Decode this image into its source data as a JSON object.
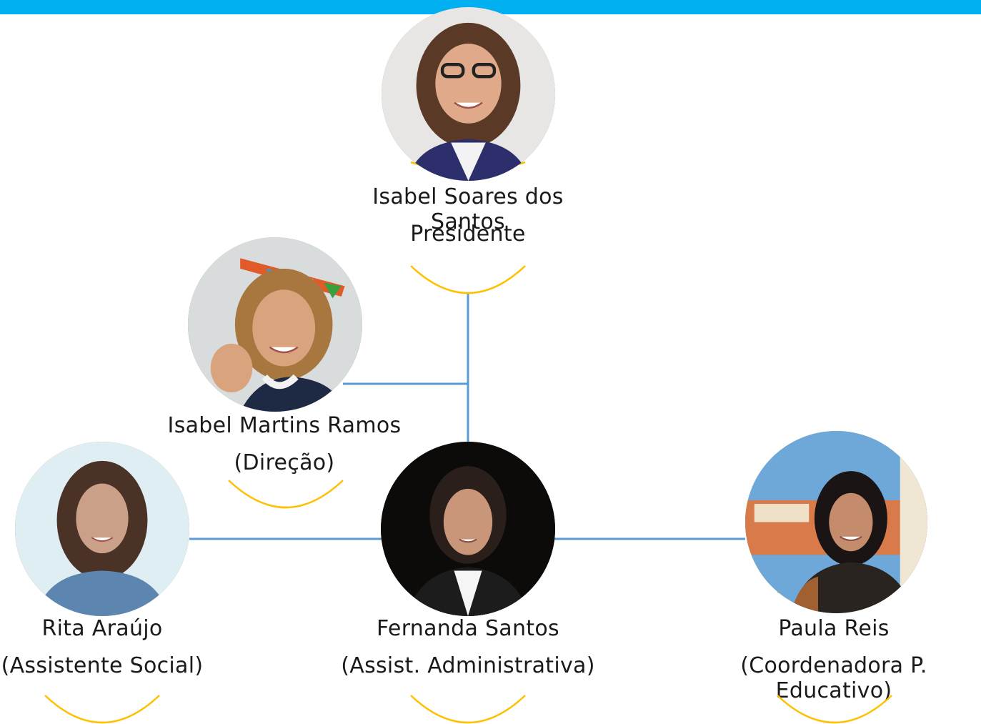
{
  "colors": {
    "top_bar": "#00b0f0",
    "connector": "#5b9bd5",
    "arc": "#ffc000"
  },
  "nodes": [
    {
      "name": "Isabel Soares dos Santos",
      "role": "Presidente",
      "icon": "photo-avatar"
    },
    {
      "name": "Isabel Martins Ramos",
      "role": "(Direção)",
      "icon": "photo-avatar"
    },
    {
      "name": "Rita Araújo",
      "role": "(Assistente Social)",
      "icon": "photo-avatar"
    },
    {
      "name": "Fernanda Santos",
      "role": "(Assist. Administrativa)",
      "icon": "photo-avatar"
    },
    {
      "name": "Paula Reis",
      "role": "(Coordenadora P. Educativo)",
      "icon": "photo-avatar"
    }
  ]
}
